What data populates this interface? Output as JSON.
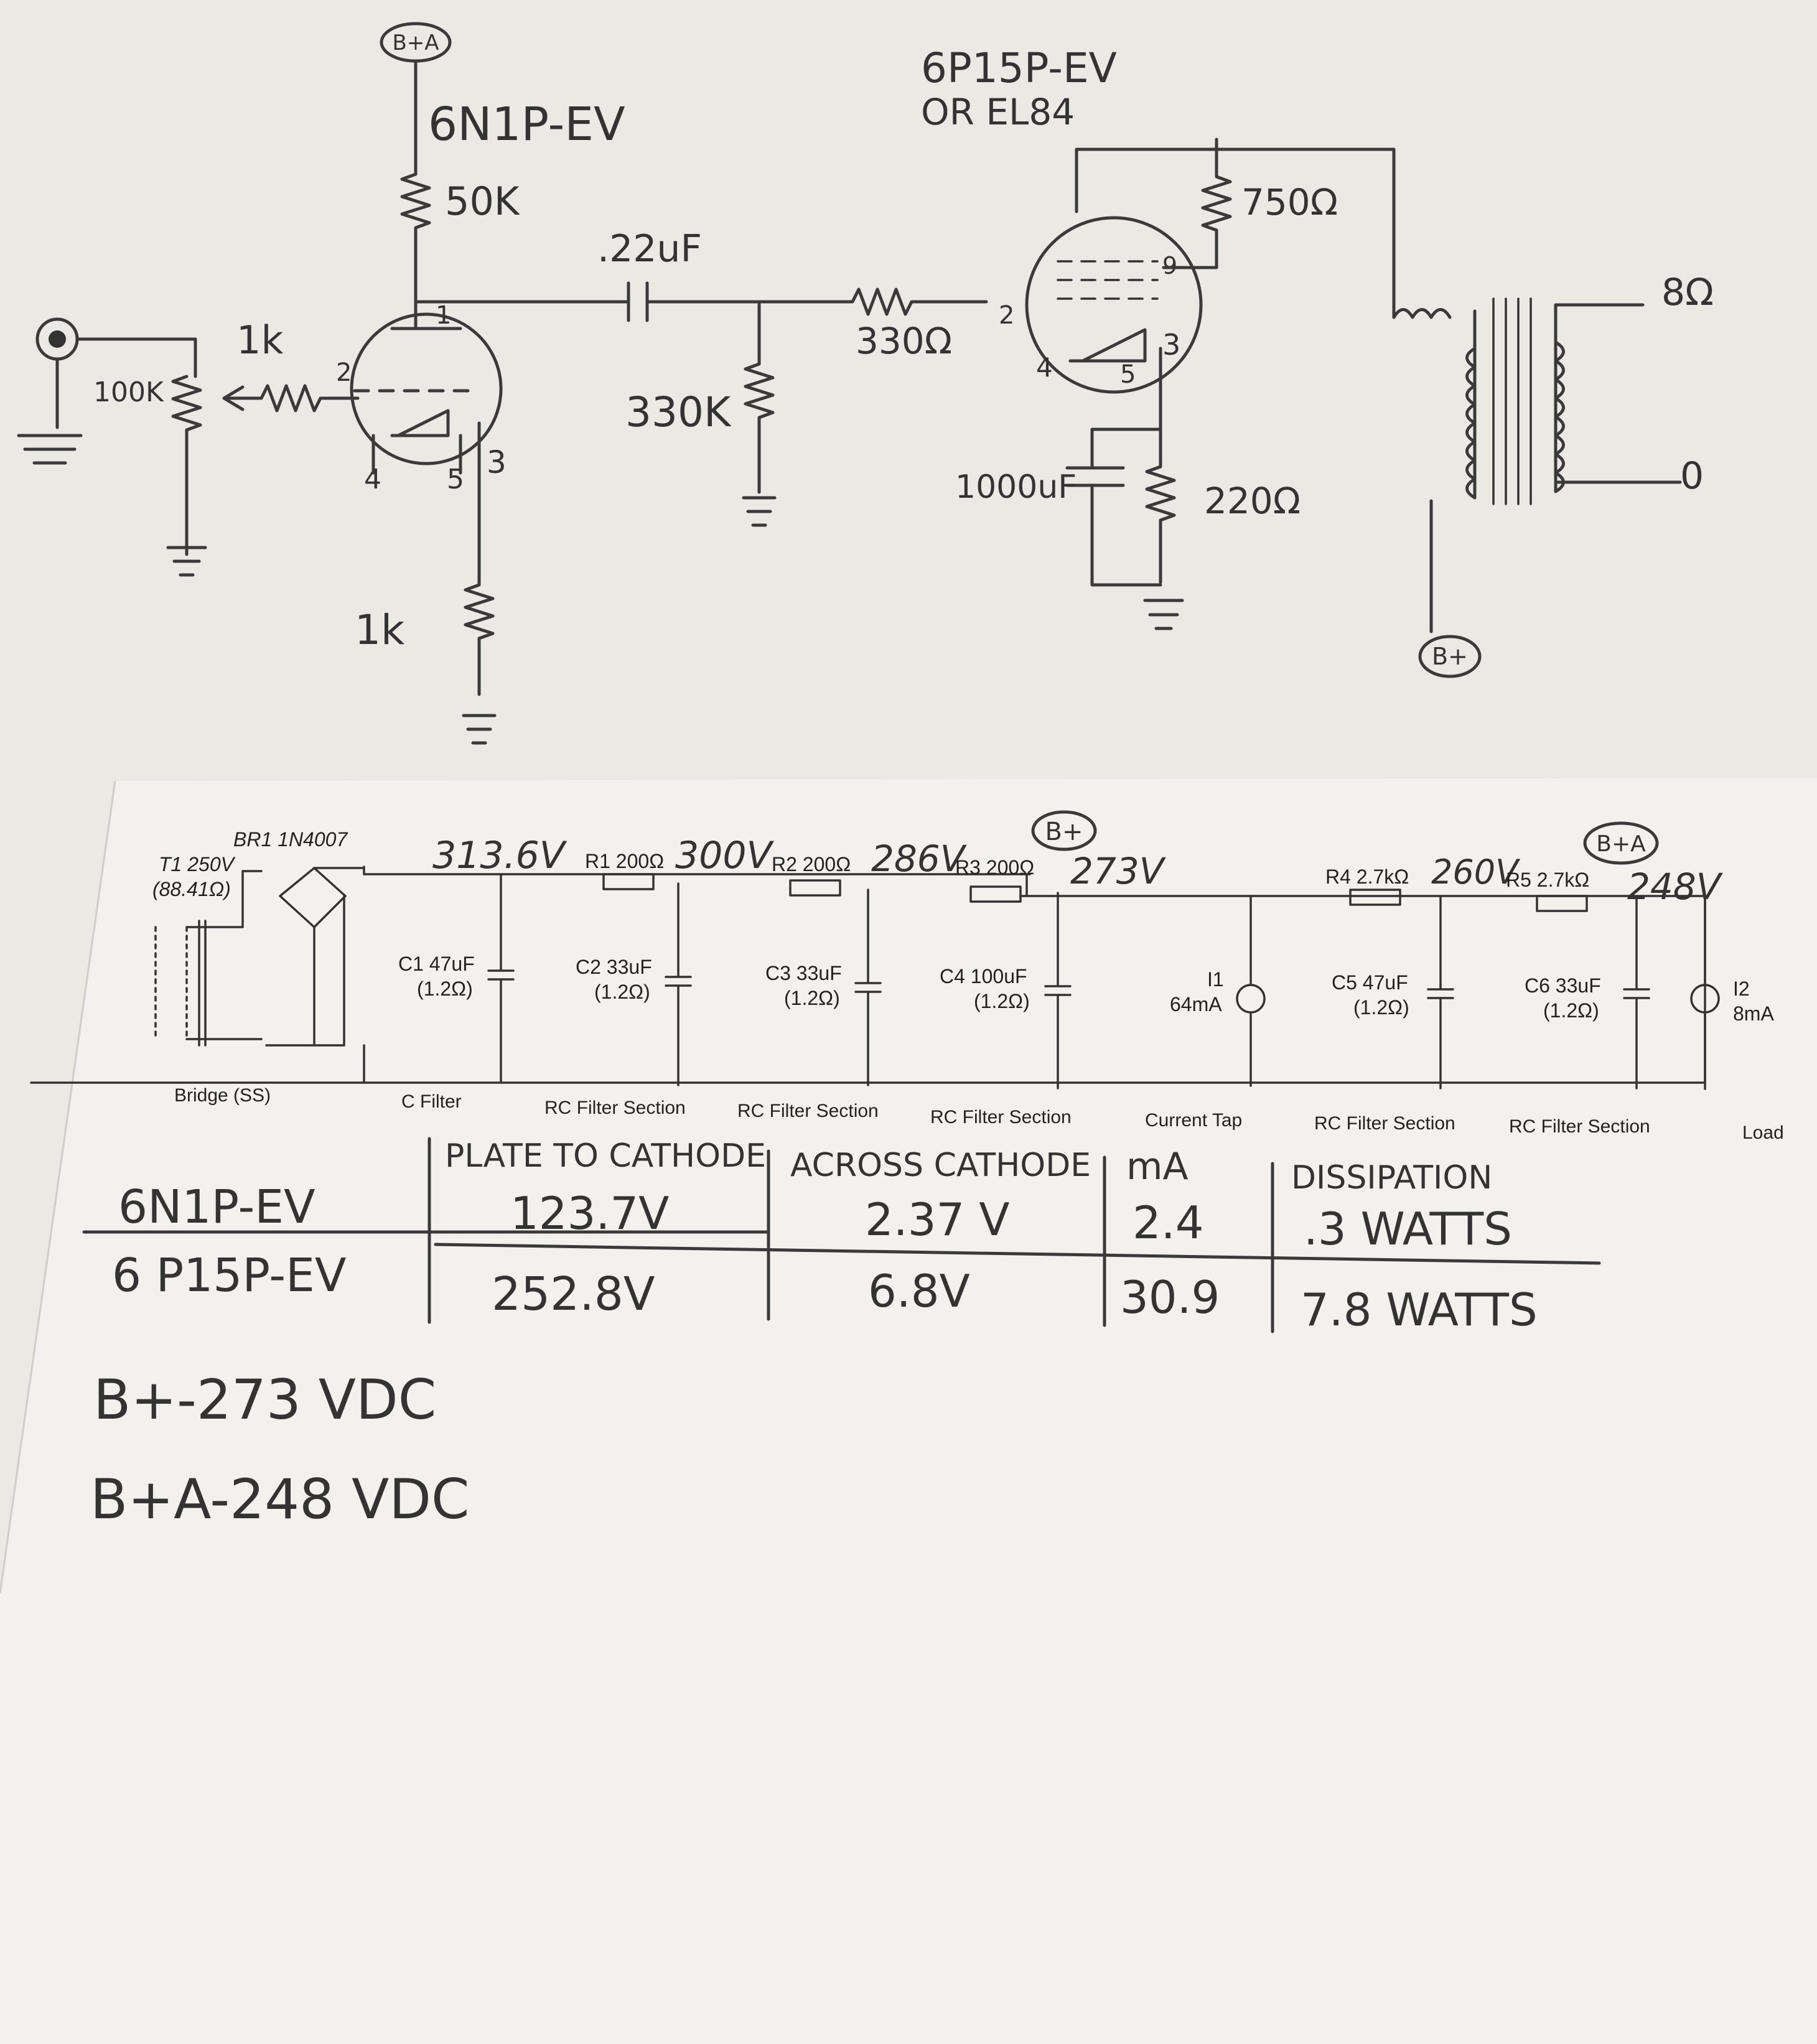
{
  "amp": {
    "input_node": "B+A",
    "preamp_tube": "6N1P-EV",
    "plate_resistor": "50K",
    "grid_stopper": "1k",
    "volume_pot": "100K",
    "cathode_resistor": "1k",
    "pin_plate": "1",
    "pin_grid": "2",
    "pin_4": "4",
    "pin_5": "5",
    "pin_3": "3",
    "coupling_cap": ".22uF",
    "grid_leak": "330K",
    "power_tube_line1": "6P15P-EV",
    "power_tube_line2": "OR EL84",
    "power_grid_stopper": "330Ω",
    "screen_resistor": "750Ω",
    "power_pin_9": "9",
    "power_pin_2": "2",
    "power_pin_3": "3",
    "power_pin_4": "4",
    "power_pin_5": "5",
    "bypass_cap": "1000uF",
    "power_cathode_resistor": "220Ω",
    "speaker_load": "8Ω",
    "speaker_common": "0",
    "opt_supply": "B+"
  },
  "psu": {
    "transformer_line1": "T1 250V",
    "transformer_line2": "(88.41Ω)",
    "rectifier": "BR1 1N4007",
    "v_first": "313.6V",
    "r1": "R1 200Ω",
    "v_r1": "300V",
    "r2": "R2 200Ω",
    "v_r2": "286V",
    "r3": "R3 200Ω",
    "bplus_tag": "B+",
    "v_r3": "273V",
    "r4": "R4 2.7kΩ",
    "v_r4": "260V",
    "r5": "R5 2.7kΩ",
    "bpa_tag": "B+A",
    "v_r5": "248V",
    "c1": "C1 47uF",
    "c1_esr": "(1.2Ω)",
    "c2": "C2 33uF",
    "c2_esr": "(1.2Ω)",
    "c3": "C3 33uF",
    "c3_esr": "(1.2Ω)",
    "c4": "C4 100uF",
    "c4_esr": "(1.2Ω)",
    "i1": "I1",
    "i1_val": "64mA",
    "c5": "C5 47uF",
    "c5_esr": "(1.2Ω)",
    "c6": "C6 33uF",
    "c6_esr": "(1.2Ω)",
    "i2": "I2",
    "i2_val": "8mA",
    "sections": [
      "Bridge (SS)",
      "C Filter",
      "RC Filter Section",
      "RC Filter Section",
      "RC Filter Section",
      "Current Tap",
      "RC Filter Section",
      "RC Filter Section",
      "Load"
    ]
  },
  "table": {
    "headers": [
      "PLATE TO CATHODE",
      "ACROSS CATHODE",
      "mA",
      "DISSIPATION"
    ],
    "rows": [
      {
        "tube": "6N1P-EV",
        "plate": "123.7V",
        "cathode": "2.37 V",
        "ma": "2.4",
        "diss": ".3 WATTS"
      },
      {
        "tube": "6 P15P-EV",
        "plate": "252.8V",
        "cathode": "6.8V",
        "ma": "30.9",
        "diss": "7.8 WATTS"
      }
    ]
  },
  "notes": {
    "bplus": "B+-273 VDC",
    "bpa": "B+A-248 VDC"
  }
}
